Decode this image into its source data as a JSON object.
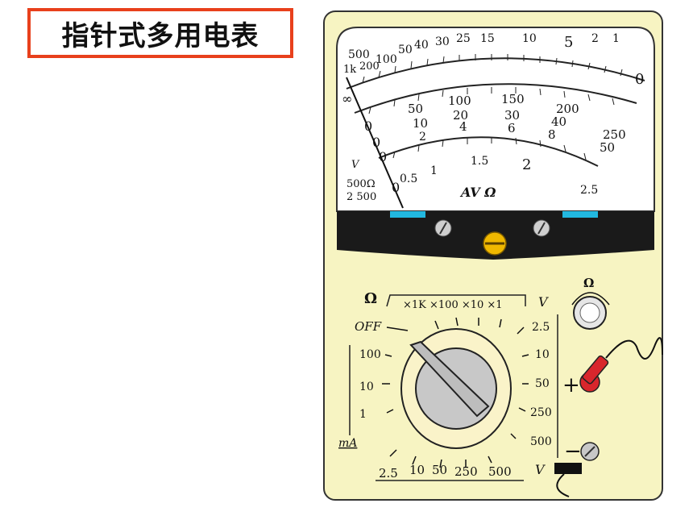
{
  "title": "指针式多用电表",
  "scale": {
    "ohm_labels": [
      "500",
      "100",
      "50",
      "40",
      "30",
      "25",
      "15",
      "10",
      "5",
      "2",
      "1",
      "0"
    ],
    "dc_top_labels": [
      "100",
      "150",
      "200",
      "250"
    ],
    "dc_mid_labels": [
      "50",
      "20",
      "30",
      "40",
      "50"
    ],
    "dc_low_labels": [
      "10",
      "4",
      "6",
      "8"
    ],
    "ac_labels": [
      "0",
      "2",
      "1.5",
      "2",
      "2.5"
    ],
    "zero_labels": [
      "0",
      "0",
      "0",
      "0"
    ],
    "mid_extra": [
      "0.5",
      "1",
      "1.5",
      "2"
    ],
    "left_labels": [
      "1k",
      "200",
      "∞",
      "V",
      "500Ω",
      "2 500"
    ],
    "infinity_label": "∞",
    "brand": "AV Ω"
  },
  "selector": {
    "ohm_symbol": "Ω",
    "ohm_ranges": "×1K ×100 ×10 ×1",
    "v_label_top": "V",
    "off_label": "OFF",
    "ma_ranges": [
      "100",
      "10",
      "1"
    ],
    "ma_label": "mA",
    "v_dc_ranges": [
      "2.5",
      "10",
      "50",
      "250",
      "500"
    ],
    "v_ac_ranges": [
      "2.5",
      "10",
      "50",
      "250",
      "500"
    ],
    "v_label_bottom": "V",
    "adjust_label": "Ω"
  },
  "terminals": {
    "plus": "+",
    "minus": "−"
  },
  "colors": {
    "body": "#f7f4c2",
    "dial_ring": "#faf3c9",
    "knob": "#c8c8c8",
    "accent": "#e8401c",
    "probe_red": "#d8262c",
    "slot_blue": "#22b8e0"
  }
}
